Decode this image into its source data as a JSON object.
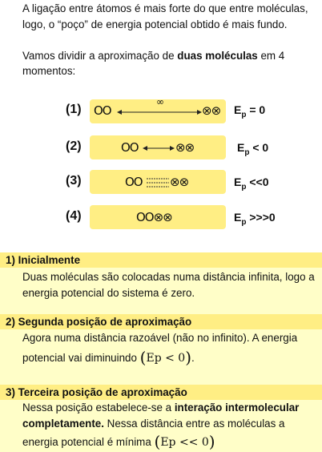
{
  "intro": {
    "line1": "A ligação entre átomos é mais forte do que entre moléculas,",
    "line2": "logo, o “poço” de energia potencial obtido é mais fundo.",
    "line3_pre": "Vamos dividir a aproximação de ",
    "line3_bold": "duas moléculas",
    "line3_post": " em 4",
    "line4": "momentos:"
  },
  "steps": [
    {
      "label": "(1)",
      "molecules": "OO",
      "right_molecules": "⊗⊗",
      "arrow_label": "∞",
      "ep": "E",
      "ep_sub": "p",
      "ep_rel": " = 0"
    },
    {
      "label": "(2)",
      "molecules": "OO",
      "right_molecules": "⊗⊗",
      "ep": "E",
      "ep_sub": "p",
      "ep_rel": " < 0"
    },
    {
      "label": "(3)",
      "molecules": "OO",
      "right_molecules": "⊗⊗",
      "ep": "E",
      "ep_sub": "p",
      "ep_rel": " <<0"
    },
    {
      "label": "(4)",
      "molecules": "OO⊗⊗",
      "ep": "E",
      "ep_sub": "p",
      "ep_rel": " >>>0"
    }
  ],
  "sections": [
    {
      "title": "1) Inicialmente",
      "line1": "Duas moléculas são colocadas numa distância infinita, logo a",
      "line2": "energia potencial do sistema é zero."
    },
    {
      "title": "2) Segunda posição de aproximação",
      "line1": "Agora numa distância razoável (não no infinito). A energia",
      "line2_pre": "potencial vai diminuindo ",
      "math": "Ep < 0",
      "line2_post": "."
    },
    {
      "title": "3) Terceira posição de aproximação",
      "line1_pre": "Nessa posição estabelece-se a ",
      "line1_bold": "interação intermolecular",
      "line2_bold": "completamente.",
      "line2_post": " Nessa distância entre as moléculas a",
      "line3_pre": "energia potencial é mínima ",
      "math": "Ep << 0"
    }
  ]
}
